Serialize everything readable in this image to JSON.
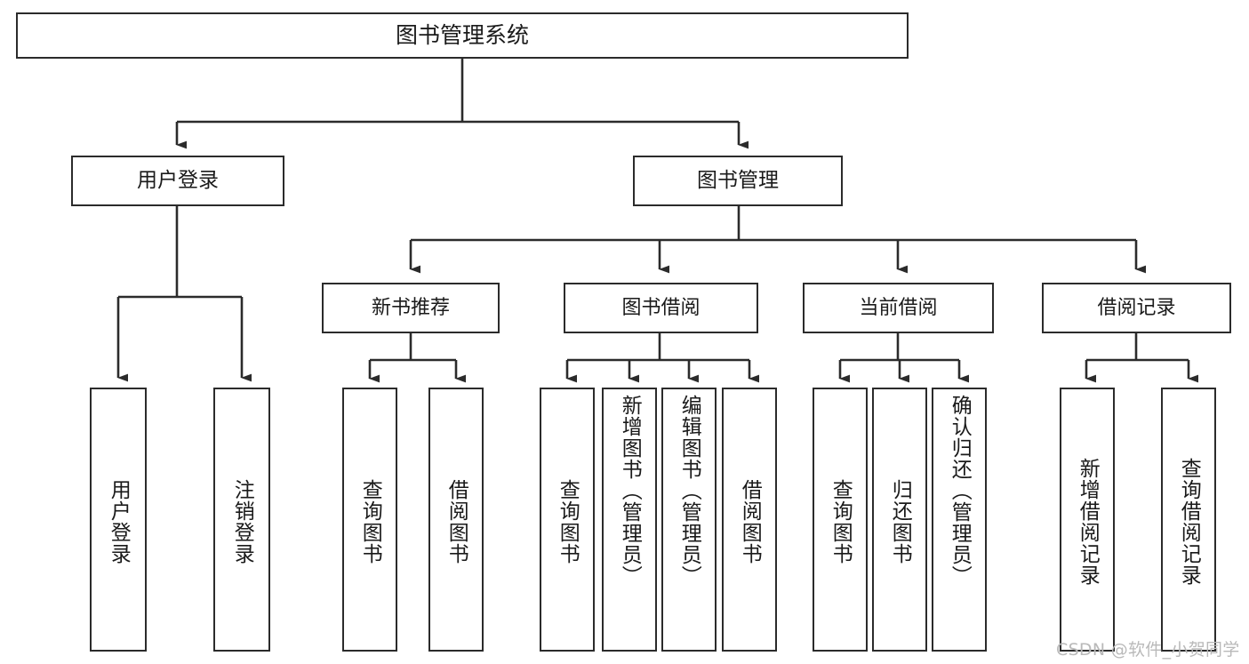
{
  "diagram": {
    "title": "图书管理系统",
    "type": "tree",
    "root": {
      "id": "root",
      "label": "图书管理系统"
    },
    "level2": [
      {
        "id": "user-login",
        "label": "用户登录"
      },
      {
        "id": "book-manage",
        "label": "图书管理"
      }
    ],
    "level3": [
      {
        "id": "new-book-recommend",
        "label": "新书推荐",
        "parent": "book-manage"
      },
      {
        "id": "book-borrow",
        "label": "图书借阅",
        "parent": "book-manage"
      },
      {
        "id": "current-borrow",
        "label": "当前借阅",
        "parent": "book-manage"
      },
      {
        "id": "borrow-record",
        "label": "借阅记录",
        "parent": "book-manage"
      }
    ],
    "leaves": [
      {
        "id": "leaf-user-login",
        "label": "用户登录",
        "parent": "user-login"
      },
      {
        "id": "leaf-user-logout",
        "label": "注销登录",
        "parent": "user-login"
      },
      {
        "id": "leaf-query-book-1",
        "label": "查询图书",
        "parent": "new-book-recommend"
      },
      {
        "id": "leaf-borrow-book-1",
        "label": "借阅图书",
        "parent": "new-book-recommend"
      },
      {
        "id": "leaf-query-book-2",
        "label": "查询图书",
        "parent": "book-borrow"
      },
      {
        "id": "leaf-add-book",
        "label": "新增图书（管理员）",
        "parent": "book-borrow"
      },
      {
        "id": "leaf-edit-book",
        "label": "编辑图书（管理员）",
        "parent": "book-borrow"
      },
      {
        "id": "leaf-borrow-book-2",
        "label": "借阅图书",
        "parent": "book-borrow"
      },
      {
        "id": "leaf-query-book-3",
        "label": "查询图书",
        "parent": "current-borrow"
      },
      {
        "id": "leaf-return-book",
        "label": "归还图书",
        "parent": "current-borrow"
      },
      {
        "id": "leaf-confirm-return",
        "label": "确认归还（管理员）",
        "parent": "current-borrow"
      },
      {
        "id": "leaf-add-record",
        "label": "新增借阅记录",
        "parent": "borrow-record"
      },
      {
        "id": "leaf-query-record",
        "label": "查询借阅记录",
        "parent": "borrow-record"
      }
    ]
  },
  "watermark": {
    "text": "CSDN @软件_小贺同学"
  },
  "colors": {
    "stroke": "#2b2b2b",
    "text": "#1a1a1a",
    "background": "#ffffff",
    "watermark": "#b9b9b9"
  }
}
